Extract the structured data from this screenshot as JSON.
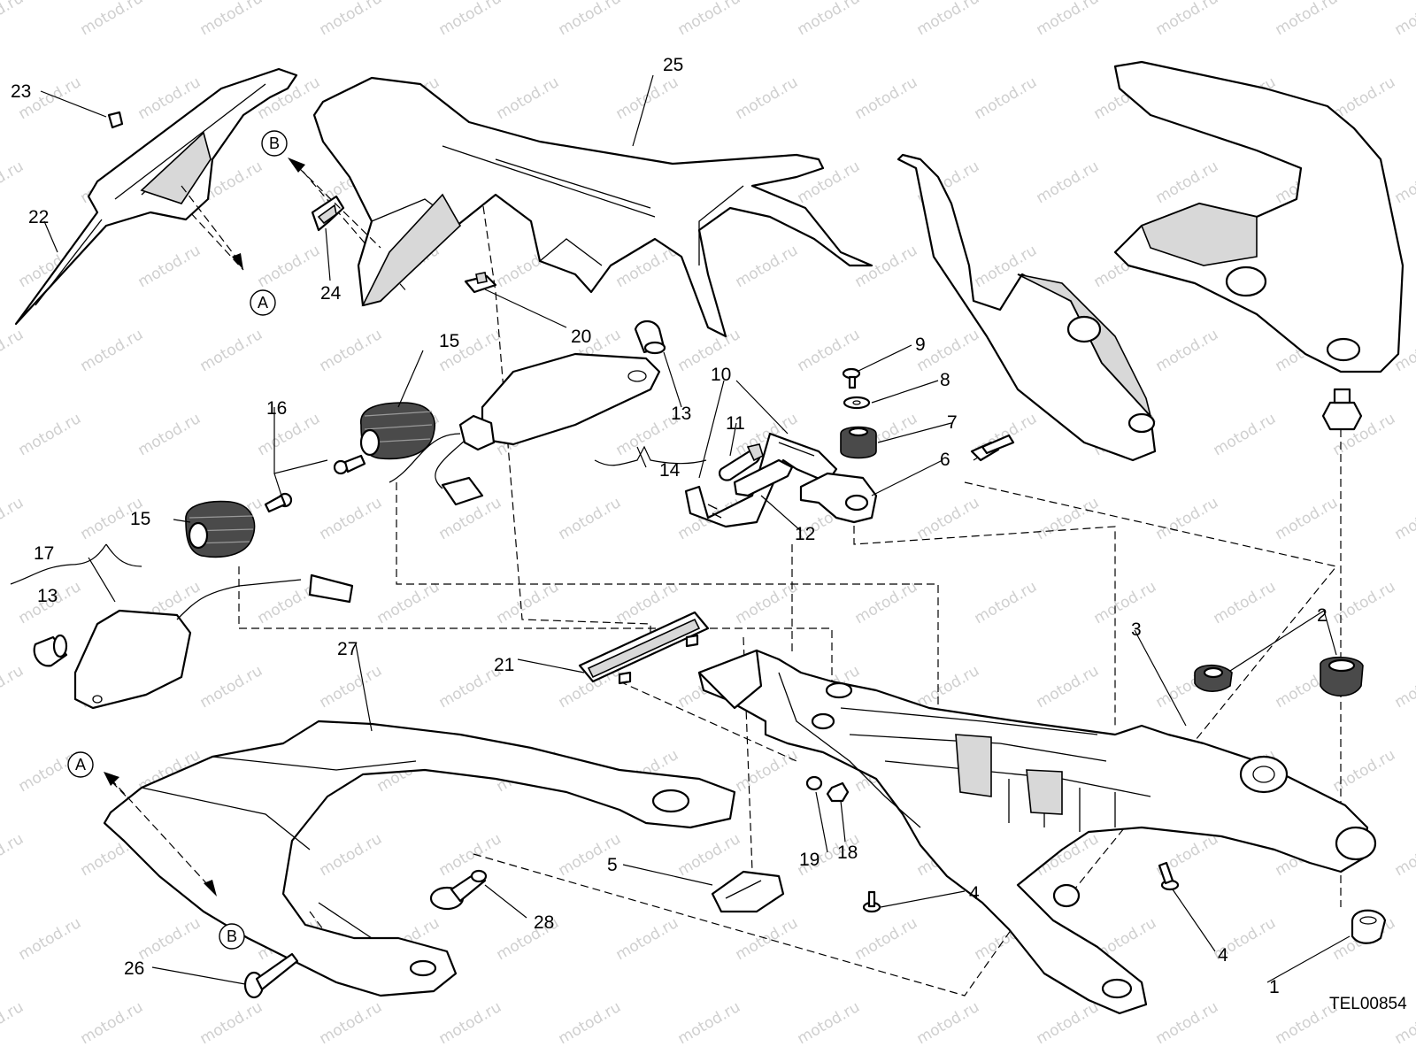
{
  "watermark": "motod.ru",
  "drawing_code": "TEL00854",
  "callouts": [
    "1",
    "2",
    "3",
    "4",
    "4",
    "5",
    "6",
    "7",
    "8",
    "9",
    "10",
    "11",
    "12",
    "13",
    "13",
    "14",
    "15",
    "15",
    "16",
    "17",
    "18",
    "19",
    "20",
    "21",
    "22",
    "23",
    "24",
    "25",
    "26",
    "27",
    "28"
  ],
  "references": [
    "A",
    "B",
    "A",
    "B"
  ]
}
